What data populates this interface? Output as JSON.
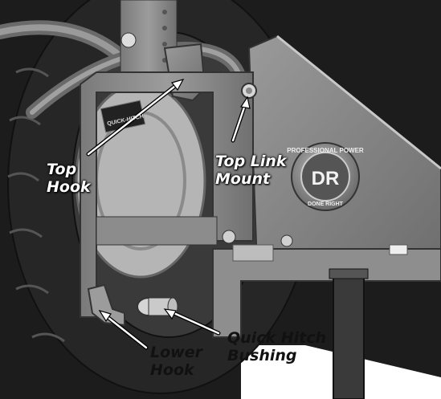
{
  "figure": {
    "labels": {
      "top_hook": {
        "line1": "Top",
        "line2": "Hook"
      },
      "top_link": {
        "line1": "Top Link",
        "line2": "Mount"
      },
      "lower_hook": {
        "line1": "Lower",
        "line2": "Hook"
      },
      "bushing": {
        "line1": "Quick Hitch",
        "line2": "Bushing"
      }
    },
    "decals": {
      "quick_hitch_plate": "QUICK-HITCH",
      "badge_arc_top": "PROFESSIONAL POWER",
      "badge_center": "DR",
      "badge_arc_bottom": "DONE RIGHT"
    },
    "colors": {
      "steel": "#8a8a8a",
      "steel_shadow": "#5e5e5e",
      "tire": "#2a2a2a",
      "background": "#1c1c1c"
    }
  }
}
